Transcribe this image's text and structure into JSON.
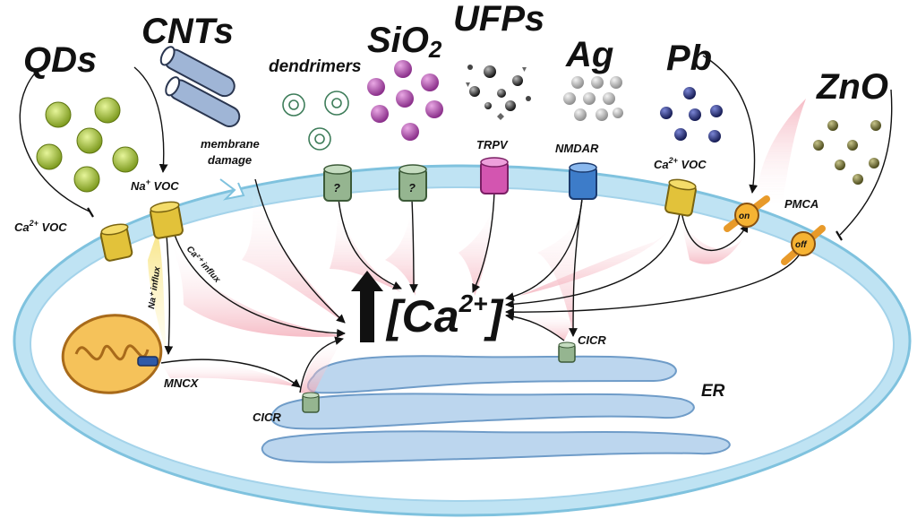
{
  "labels": {
    "qds": "QDs",
    "cnts": "CNTs",
    "dendrimers": "dendrimers",
    "sio2_main": "SiO",
    "sio2_sub": "2",
    "ufps": "UFPs",
    "ag": "Ag",
    "pb": "Pb",
    "zno": "ZnO",
    "membrane_damage_1": "membrane",
    "membrane_damage_2": "damage",
    "na_voc_pre": "Na",
    "na_voc_sup": "+",
    "na_voc_post": " VOC",
    "ca_voc_left_pre": "Ca",
    "ca_voc_left_sup": "2+",
    "ca_voc_left_post": " VOC",
    "ca_voc_right_pre": "Ca",
    "ca_voc_right_sup": "2+",
    "ca_voc_right_post": " VOC",
    "trpv": "TRPV",
    "nmdar": "NMDAR",
    "pmca": "PMCA",
    "on": "on",
    "off": "off",
    "unknown_1": "?",
    "unknown_2": "?",
    "na_influx": "Na⁺ influx",
    "ca_influx": "Ca²⁺ influx",
    "ca_center": "[Ca",
    "ca_center_sup": "2+",
    "ca_center_close": "]",
    "mncx": "MNCX",
    "cicr_left": "CICR",
    "cicr_right": "CICR",
    "er": "ER"
  },
  "colors": {
    "membrane": "#bfe3f3",
    "membrane_edge": "#7fc2de",
    "cell_interior": "#ffffff",
    "er_fill": "#bcd6ee",
    "er_edge": "#6f9cc8",
    "voc_channel": "#e2c23a",
    "unknown_channel": "#95b590",
    "trpv_channel": "#d355b0",
    "nmdar_channel": "#3d7cc9",
    "qd_particle": "#a9c73a",
    "sio2_particle": "#b04db0",
    "ag_particle": "#b8b8b8",
    "pb_particle": "#232a6e",
    "zno_particle": "#6b6a2e",
    "flux_arrow": "#f2a7b3",
    "mito_fill": "#f5c25a"
  }
}
